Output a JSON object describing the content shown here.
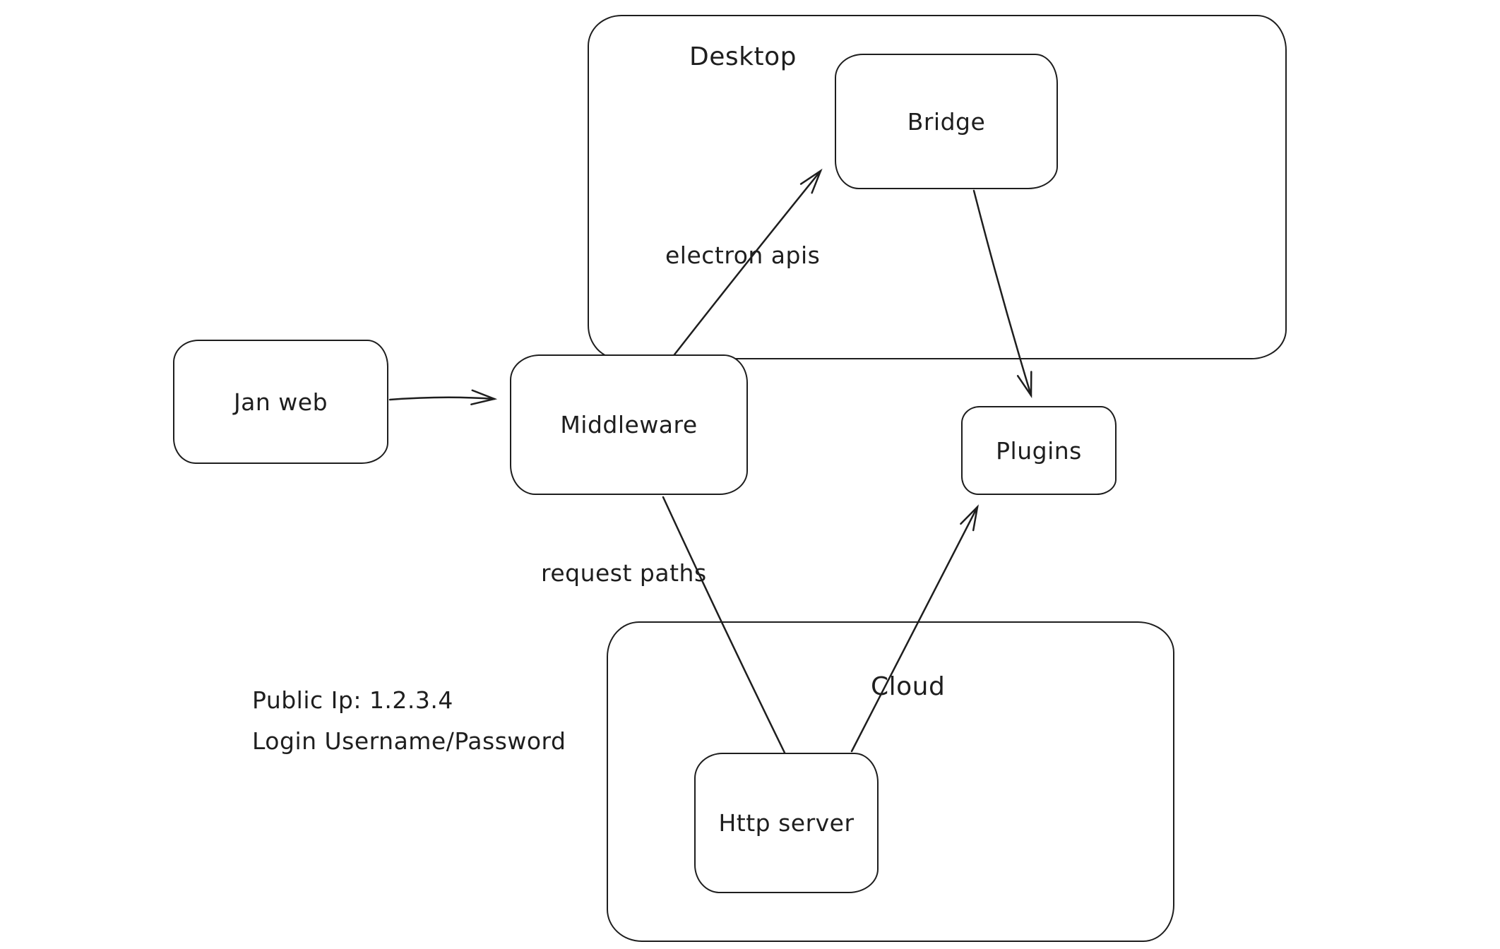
{
  "diagram": {
    "colors": {
      "stroke": "#1e1e1e",
      "background": "#ffffff"
    },
    "containers": {
      "desktop": {
        "label": "Desktop"
      },
      "cloud": {
        "label": "Cloud"
      }
    },
    "nodes": {
      "jan_web": {
        "label": "Jan web"
      },
      "bridge": {
        "label": "Bridge"
      },
      "middleware": {
        "label": "Middleware"
      },
      "plugins": {
        "label": "Plugins"
      },
      "http_server": {
        "label": "Http server"
      }
    },
    "edge_labels": {
      "electron_apis": "electron apis",
      "request_paths": "request paths"
    },
    "annotations": {
      "line1": "Public Ip: 1.2.3.4",
      "line2": "Login Username/Password"
    }
  }
}
